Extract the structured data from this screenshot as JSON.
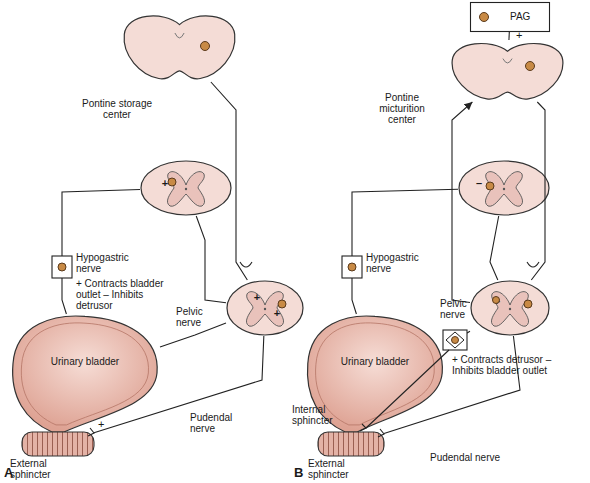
{
  "diagram": {
    "nodes": [
      {
        "text": [
          "Pontine storage center"
        ]
      },
      {
        "text": [
          "+"
        ]
      },
      {
        "text": [
          "+",
          "+"
        ]
      },
      {
        "text": [
          "Urinary bladder"
        ]
      },
      {
        "text": [
          "External sphincter"
        ]
      },
      {
        "text": [
          "PAG"
        ]
      },
      {
        "text": [
          "Pontine micturition center"
        ]
      },
      {
        "text": [
          "–"
        ]
      },
      {
        "text": [
          "+"
        ]
      },
      {
        "text": [
          "Urinary bladder"
        ]
      },
      {
        "text": [
          "External sphincter"
        ]
      }
    ],
    "edges": [
      {
        "from": 0,
        "to": 2,
        "arrow": "none"
      },
      {
        "from": 1,
        "to": 3,
        "label": "Hypogastric nerve",
        "arrow": "none"
      },
      {
        "from": 2,
        "to": 3,
        "label": "Pelvic nerve",
        "arrow": "none"
      },
      {
        "from": 2,
        "to": 4,
        "label": "Pudendal nerve",
        "arrow": "none"
      },
      {
        "from": 2,
        "to": 1,
        "arrow": "none"
      },
      {
        "from": 8,
        "to": 6,
        "arrow": "to"
      },
      {
        "from": 5,
        "to": 6,
        "arrow": "none"
      },
      {
        "from": 6,
        "to": 8,
        "arrow": "none"
      },
      {
        "from": 7,
        "to": 9,
        "label": "Hypogastric nerve",
        "arrow": "none"
      },
      {
        "from": 8,
        "to": 9,
        "label": "Pelvic nerve",
        "arrow": "none"
      },
      {
        "from": 8,
        "to": 10,
        "label": "Pudendal nerve",
        "arrow": "none"
      },
      {
        "from": 8,
        "to": 7,
        "arrow": "none"
      }
    ],
    "labels": [
      "+",
      "+ Contracts bladder outlet – Inhibits detrusor",
      "+",
      "+ Contracts detrusor – Inhibits bladder outlet",
      "Internal sphincter",
      "A",
      "B"
    ]
  }
}
